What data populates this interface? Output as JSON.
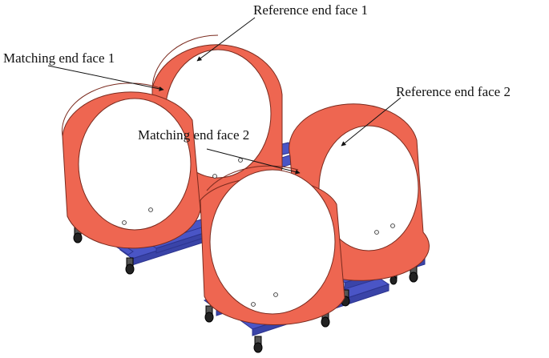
{
  "labels": {
    "reference_end_face_1": "Reference end face 1",
    "matching_end_face_1": "Matching end face 1",
    "reference_end_face_2": "Reference end face 2",
    "matching_end_face_2": "Matching end face 2"
  },
  "colors": {
    "ring": "#ee6651",
    "ring_dark": "#c8452f",
    "frame": "#4a55c6",
    "frame_dark": "#2c3490",
    "wheel": "#222222",
    "leader": "#111111"
  }
}
